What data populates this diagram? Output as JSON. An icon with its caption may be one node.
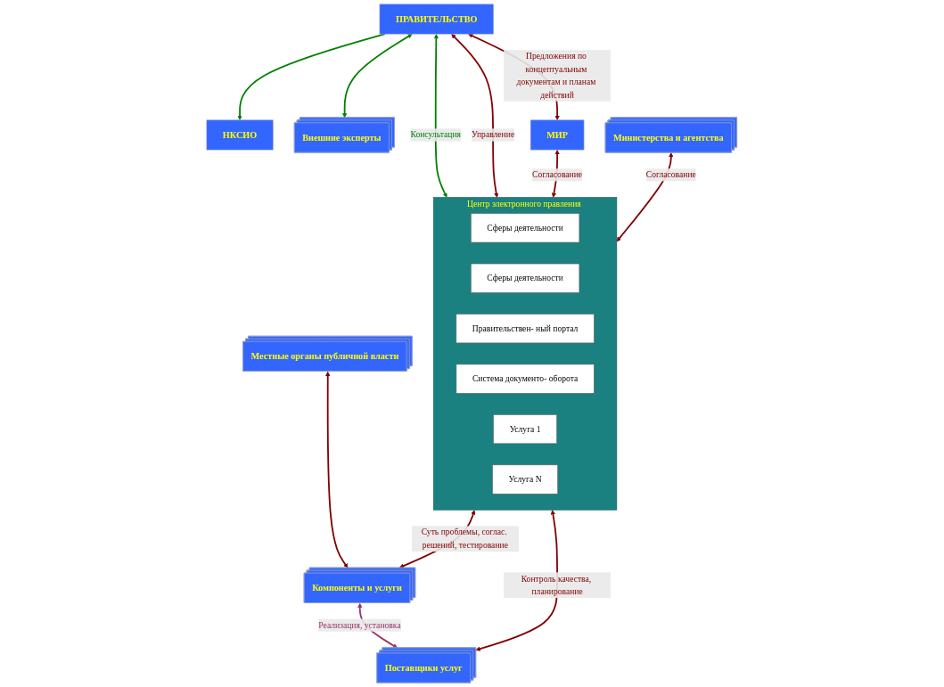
{
  "diagram": {
    "nodes": [
      {
        "text": [
          "ПРАВИТЕЛЬСТВО"
        ]
      },
      {
        "text": [
          "НКСИО"
        ]
      },
      {
        "text": [
          "Внешние эксперты"
        ]
      },
      {
        "text": [
          "МИР"
        ]
      },
      {
        "text": [
          "Центр электронного правления"
        ]
      },
      {
        "text": [
          "Сферы деятельности"
        ],
        "in": 4
      },
      {
        "text": [
          "Сферы деятельности"
        ],
        "in": 4
      },
      {
        "text": [
          "Правительствен- ный портал"
        ],
        "in": 4
      },
      {
        "text": [
          "Система документо- оборота"
        ],
        "in": 4
      },
      {
        "text": [
          "Услуга 1"
        ],
        "in": 4
      },
      {
        "text": [
          "Услуга N"
        ],
        "in": 4
      },
      {
        "text": [
          "Министерства и агентства"
        ]
      },
      {
        "text": [
          "Поставщики услуг"
        ]
      },
      {
        "text": [
          "Местные органы публичной власти"
        ]
      },
      {
        "text": [
          "Компоненты и услуги"
        ]
      }
    ],
    "edges": [
      {
        "from": 0,
        "to": 4,
        "arrow": "both",
        "label": "Консультация",
        "color": "#008000"
      },
      {
        "from": 0,
        "to": 1,
        "arrow": "to",
        "color": "#008000"
      },
      {
        "from": 0,
        "to": 2,
        "arrow": "both",
        "color": "#008000"
      },
      {
        "from": 0,
        "to": 4,
        "arrow": "both",
        "label": "Управление"
      },
      {
        "from": 0,
        "to": 3,
        "arrow": "both",
        "label": "Предложения по концептуальным документам и планам действий"
      },
      {
        "from": 3,
        "to": 4,
        "arrow": "both",
        "label": "Согласование"
      },
      {
        "from": 11,
        "to": 4,
        "arrow": "both",
        "label": "Согласование"
      },
      {
        "from": 4,
        "to": 12,
        "arrow": "both",
        "label": "Контроль качества, планирование"
      },
      {
        "from": 4,
        "to": 14,
        "arrow": "both",
        "label": "Суть проблемы, соглас. решений, тестирование"
      },
      {
        "from": 13,
        "to": 14,
        "arrow": "both"
      },
      {
        "from": 14,
        "to": 12,
        "arrow": "both",
        "label": "Реализация, установка",
        "color": "#993366"
      }
    ]
  }
}
